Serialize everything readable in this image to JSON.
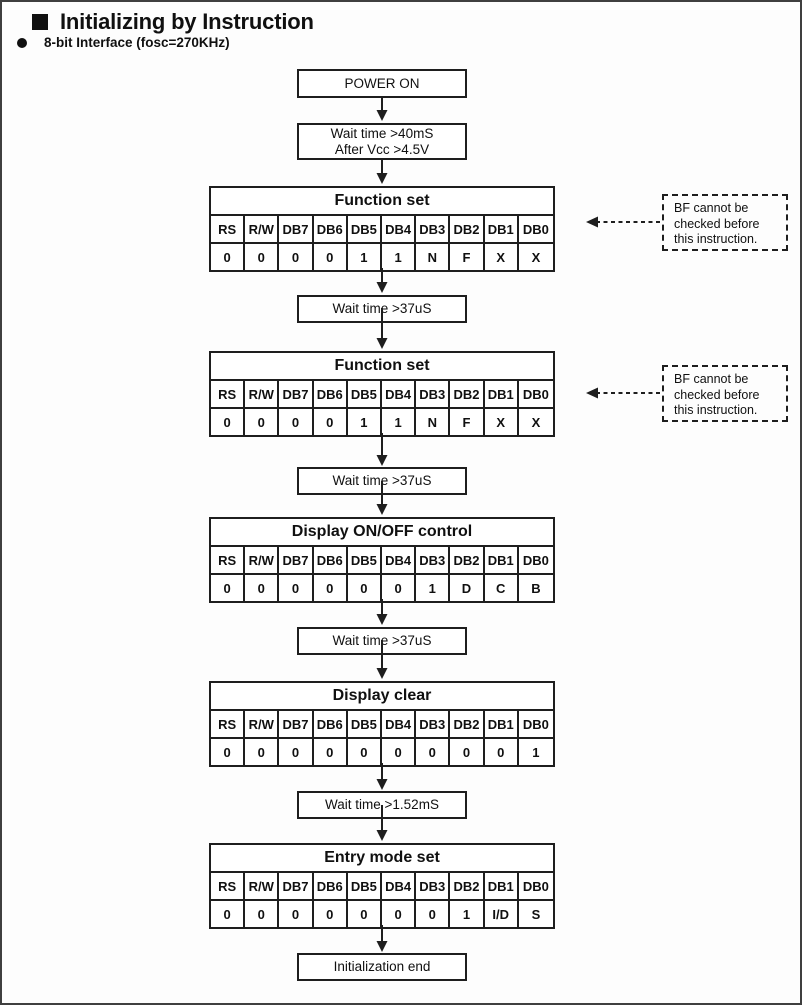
{
  "page": {
    "title": "Initializing by Instruction",
    "subtitle": "8-bit Interface (fosc=270KHz)"
  },
  "icons": {
    "title_marker": "black-square",
    "subtitle_marker": "black-circle",
    "flow_arrow": "down-arrow",
    "note_arrow": "dashed-left-arrow"
  },
  "flow": {
    "power_on": "POWER ON",
    "wait_40ms": [
      "Wait time >40mS",
      "After Vcc >4.5V"
    ],
    "wait_37us": "Wait time >37uS",
    "wait_152ms": "Wait time >1.52mS",
    "init_end": "Initialization end"
  },
  "bit_headers": [
    "RS",
    "R/W",
    "DB7",
    "DB6",
    "DB5",
    "DB4",
    "DB3",
    "DB2",
    "DB1",
    "DB0"
  ],
  "tables": [
    {
      "title": "Function set",
      "values": [
        "0",
        "0",
        "0",
        "0",
        "1",
        "1",
        "N",
        "F",
        "X",
        "X"
      ]
    },
    {
      "title": "Function set",
      "values": [
        "0",
        "0",
        "0",
        "0",
        "1",
        "1",
        "N",
        "F",
        "X",
        "X"
      ]
    },
    {
      "title": "Display ON/OFF control",
      "values": [
        "0",
        "0",
        "0",
        "0",
        "0",
        "0",
        "1",
        "D",
        "C",
        "B"
      ]
    },
    {
      "title": "Display clear",
      "values": [
        "0",
        "0",
        "0",
        "0",
        "0",
        "0",
        "0",
        "0",
        "0",
        "1"
      ]
    },
    {
      "title": "Entry mode set",
      "values": [
        "0",
        "0",
        "0",
        "0",
        "0",
        "0",
        "0",
        "1",
        "I/D",
        "S"
      ]
    }
  ],
  "notes": [
    {
      "lines": [
        "BF cannot be",
        "checked before",
        "this instruction."
      ]
    },
    {
      "lines": [
        "BF cannot be",
        "checked before",
        "this instruction."
      ]
    }
  ],
  "colors": {
    "ink": "#1e1e1e",
    "page_bg": "#fdfdfd",
    "box_bg": "#ffffff"
  }
}
